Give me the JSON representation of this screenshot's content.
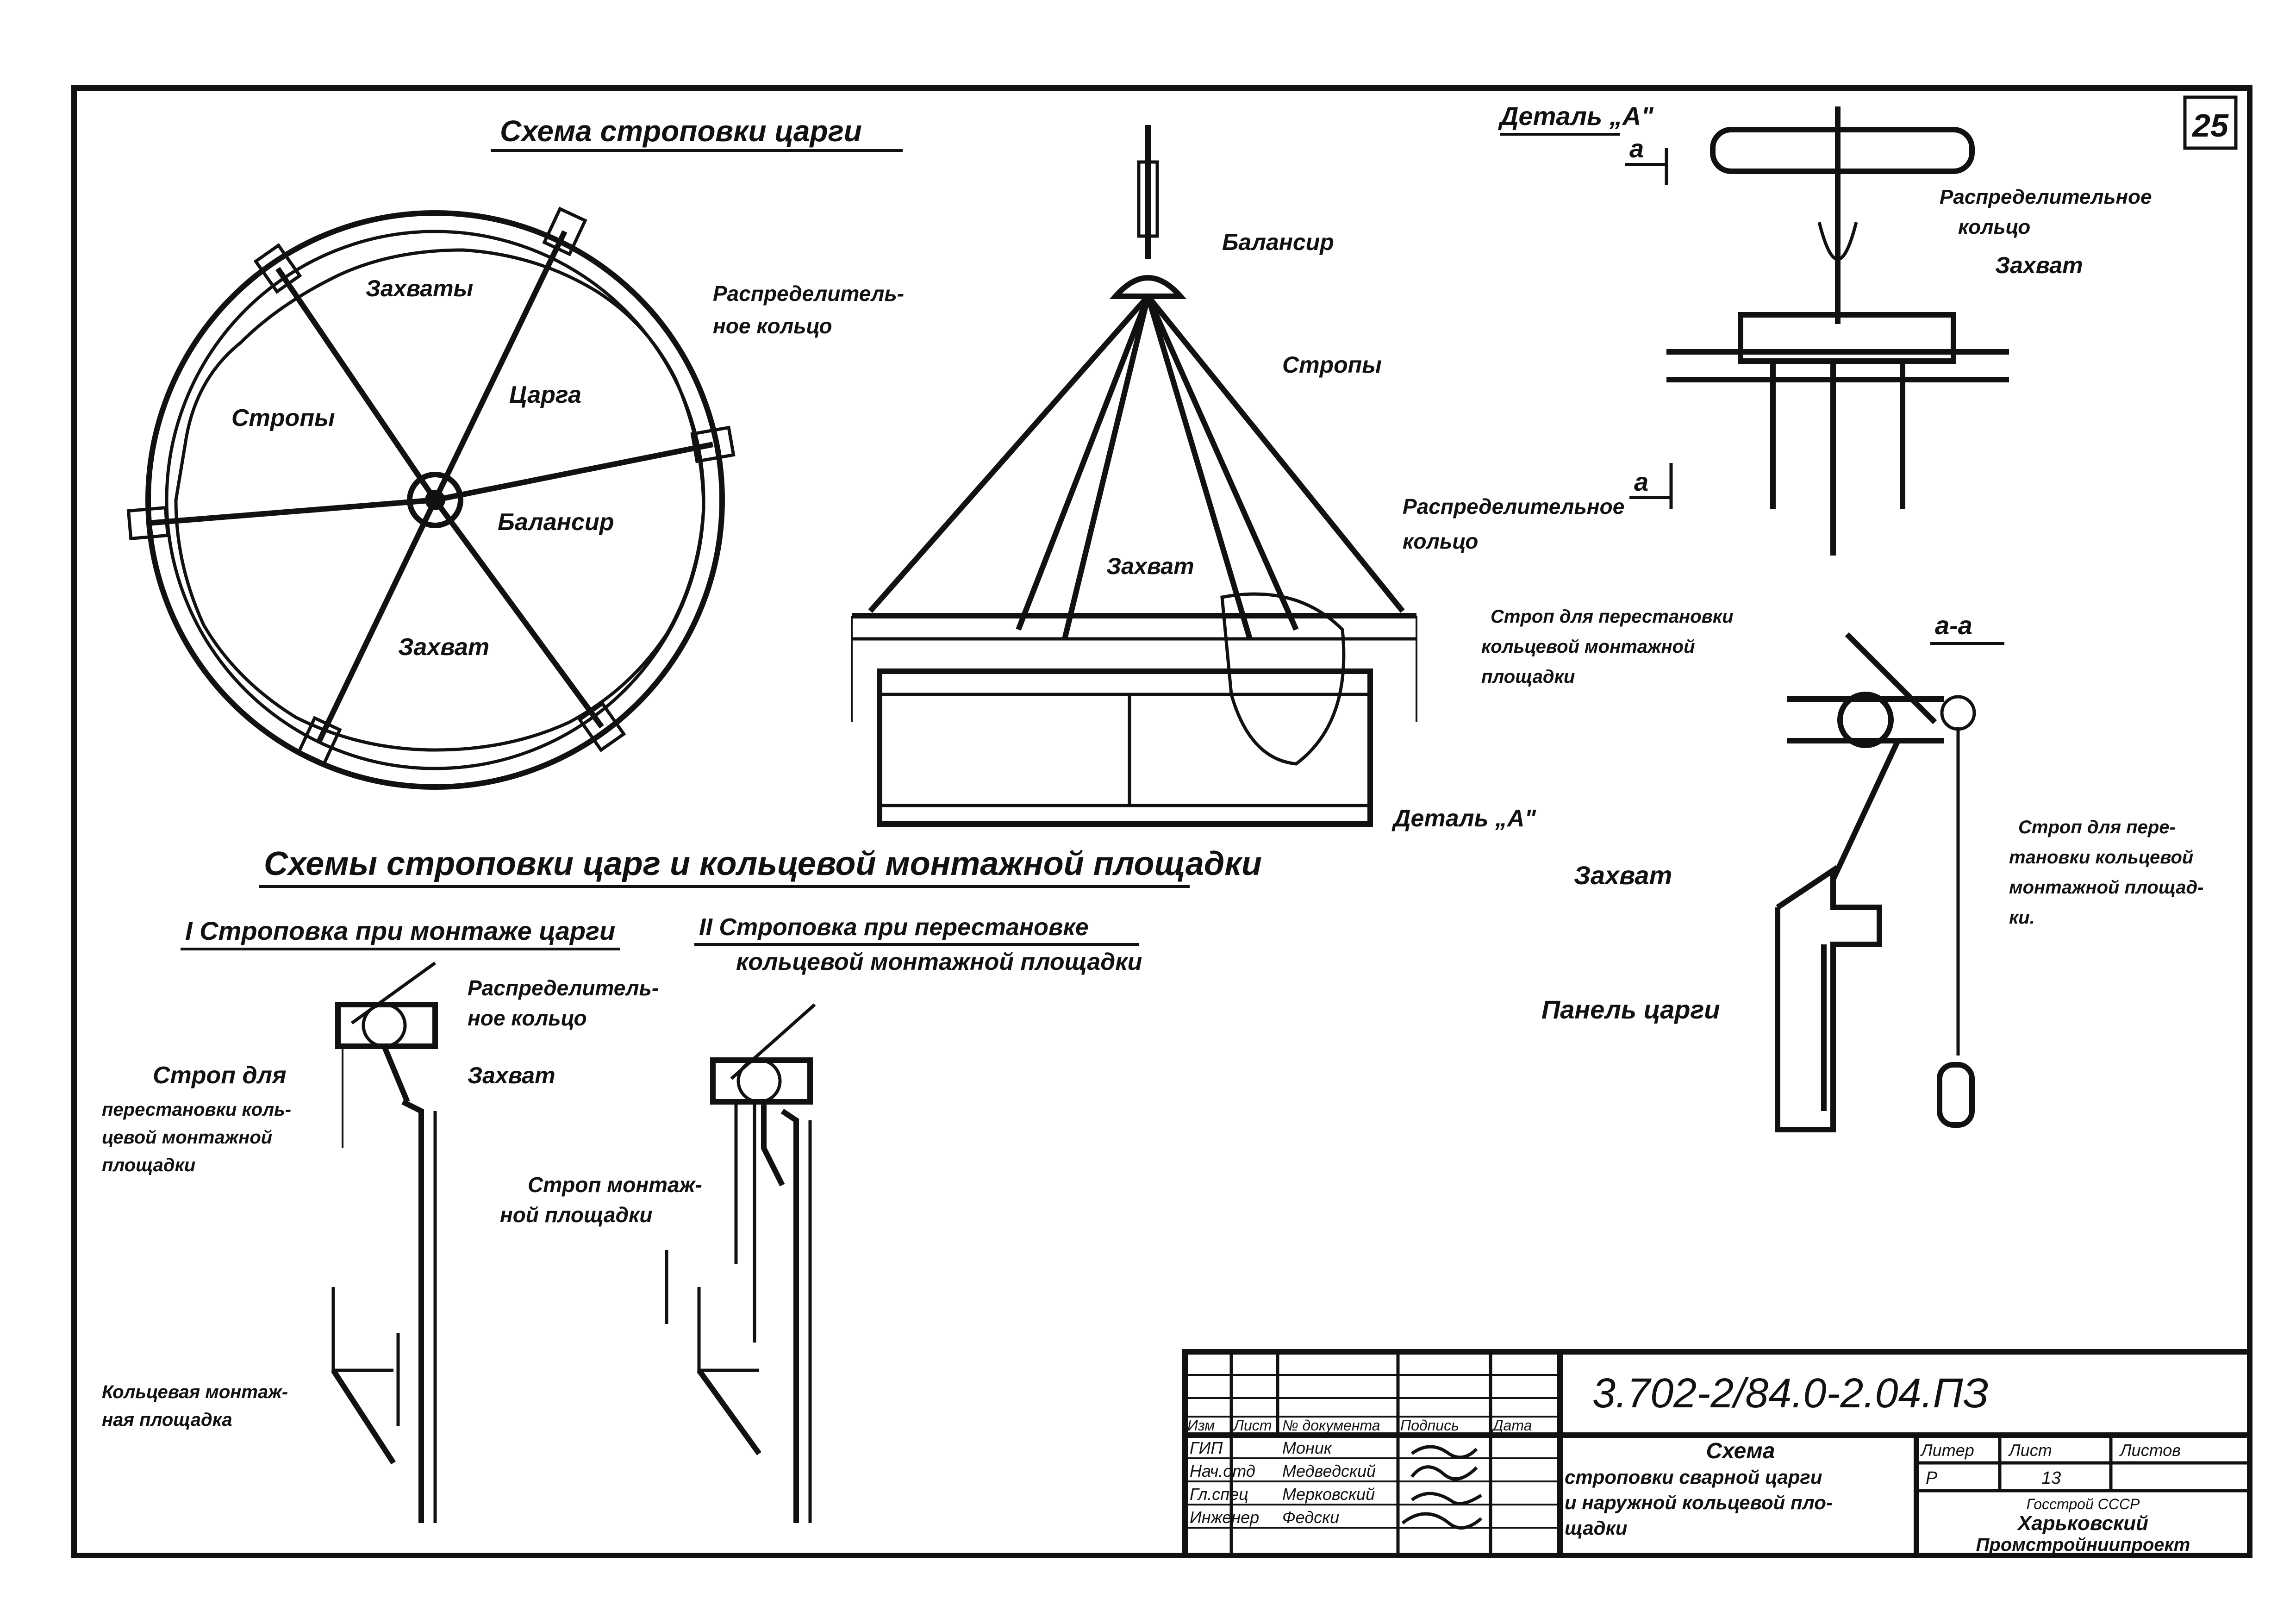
{
  "sheet_number": "25",
  "titles": {
    "main_scheme": "Схема строповки царги",
    "schemes_heading": "Схемы строповки царг и кольцевой монтажной площадки",
    "scheme1": "I Строповка при монтаже царги",
    "scheme2_line1": "II Строповка при перестановке",
    "scheme2_line2": "кольцевой монтажной площадки",
    "detail": "Деталь „А\"",
    "section_mark": "а",
    "section": "а-а"
  },
  "labels": {
    "circle": {
      "zakhvaty": "Захваты",
      "ring_1": "Распределитель-",
      "ring_2": "ное кольцо",
      "tsarga": "Царга",
      "stropy": "Стропы",
      "balansir": "Балансир",
      "zakhvat": "Захват"
    },
    "elevation": {
      "balansir": "Балансир",
      "stropy": "Стропы",
      "ring_1": "Распределительное",
      "ring_2": "кольцо",
      "zakhvat": "Захват",
      "strop_1": "Строп для перестановки",
      "strop_2": "кольцевой монтажной",
      "strop_3": "площадки",
      "detail_ref": "Деталь „А\""
    },
    "detail": {
      "ring_1": "Распределительное",
      "ring_2": "кольцо",
      "zakhvat": "Захват"
    },
    "section": {
      "zakhvat": "Захват",
      "panel": "Панель царги",
      "strop_1": "Строп для пере-",
      "strop_2": "тановки кольцевой",
      "strop_3": "монтажной площад-",
      "strop_4": "ки."
    },
    "scheme1": {
      "ring_1": "Распределитель-",
      "ring_2": "ное кольцо",
      "zakhvat": "Захват",
      "strop_1": "Строп для",
      "strop_2": "перестановки коль-",
      "strop_3": "цевой монтажной",
      "strop_4": "площадки",
      "platform_1": "Кольцевая монтаж-",
      "platform_2": "ная площадка"
    },
    "scheme2": {
      "strop_1": "Строп монтаж-",
      "strop_2": "ной площадки"
    }
  },
  "title_block": {
    "designation": "3.702-2/84.0-2.04.ПЗ",
    "headers": [
      "Изм",
      "Лист",
      "№ документа",
      "Подпись",
      "Дата"
    ],
    "rows": [
      {
        "role": "ГИП",
        "name": "Моник"
      },
      {
        "role": "Нач.отд",
        "name": "Медведский"
      },
      {
        "role": "Гл.спец",
        "name": "Мерковский"
      },
      {
        "role": "Инженер",
        "name": "Федски"
      }
    ],
    "doc_title": [
      "Схема",
      "строповки сварной царги",
      "и наружной кольцевой пло-",
      "щадки"
    ],
    "stage_header": "Литер",
    "sheet_header": "Лист",
    "sheets_header": "Листов",
    "stage": "Р",
    "sheet": "13",
    "org_1": "Госстрой СССР",
    "org_2": "Харьковский",
    "org_3": "Промстройниипроект"
  }
}
